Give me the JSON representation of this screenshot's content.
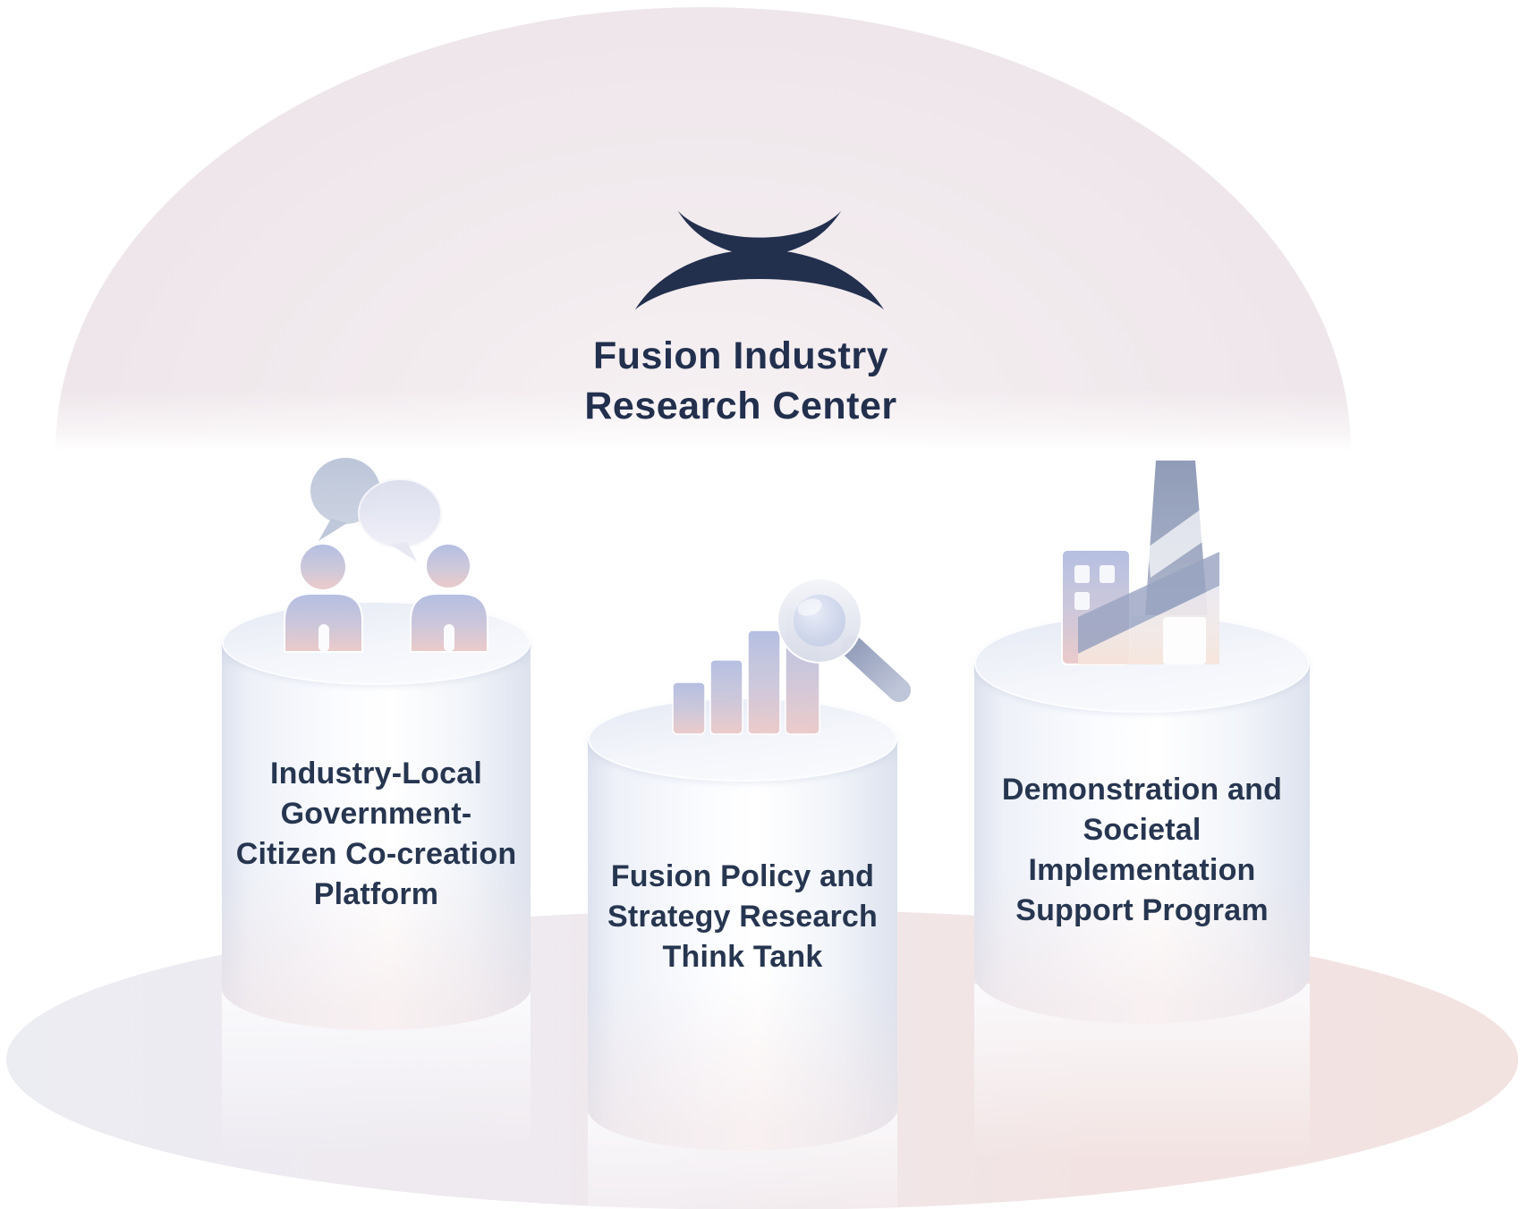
{
  "header": {
    "logo_icon": "fusion-arcs-logo",
    "title_lines": [
      "Fusion Industry",
      "Research Center"
    ]
  },
  "pillars": [
    {
      "icon": "people-conversation",
      "label": "Industry-Local Government-Citizen Co-creation Platform",
      "lines": [
        "Industry-Local",
        "Government-",
        "Citizen Co-creation",
        "Platform"
      ]
    },
    {
      "icon": "bar-chart-magnifier",
      "label": "Fusion Policy and Strategy Research Think Tank",
      "lines": [
        "Fusion Policy and",
        "Strategy Research",
        "Think Tank"
      ]
    },
    {
      "icon": "factory-buildings",
      "label": "Demonstration and Societal Implementation Support Program",
      "lines": [
        "Demonstration and",
        "Societal",
        "Implementation",
        "Support Program"
      ]
    }
  ],
  "colors": {
    "navy": "#22304e",
    "text": "#273650",
    "dome-a": "#eae1e6",
    "dome-b": "#f6f1f3",
    "cyl-edge": "#dde2ee",
    "cyl-light": "#ffffff",
    "ground-l": "#ececf3",
    "ground-r": "#f2e3e2"
  }
}
